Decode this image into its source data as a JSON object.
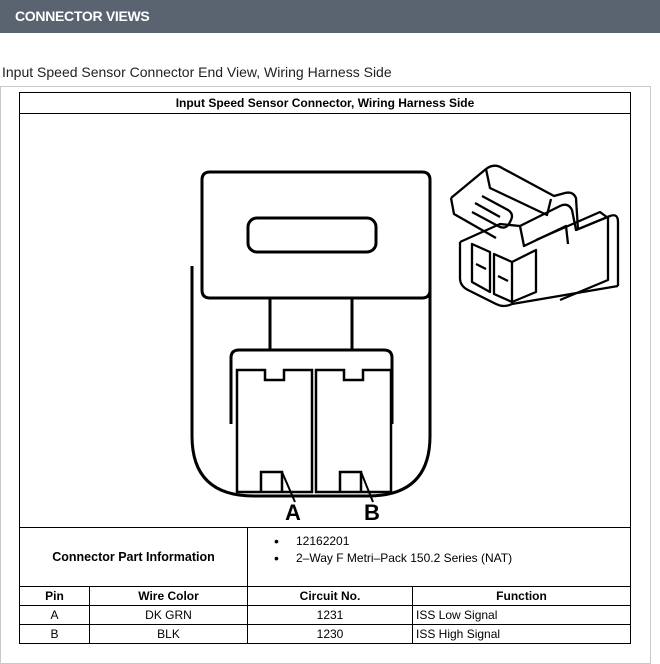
{
  "header": {
    "title": "CONNECTOR VIEWS"
  },
  "caption": "Input Speed Sensor Connector End View, Wiring Harness Side",
  "document": {
    "title": "Input Speed Sensor Connector, Wiring Harness Side",
    "pin_labels": [
      "A",
      "B"
    ],
    "part_info_label": "Connector Part Information",
    "part_info_items": [
      "12162201",
      "2–Way F Metri–Pack 150.2 Series (NAT)"
    ],
    "columns": [
      "Pin",
      "Wire Color",
      "Circuit No.",
      "Function"
    ],
    "rows": [
      {
        "pin": "A",
        "wire_color": "DK GRN",
        "circuit": "1231",
        "function": "ISS Low Signal"
      },
      {
        "pin": "B",
        "wire_color": "BLK",
        "circuit": "1230",
        "function": "ISS High Signal"
      }
    ]
  }
}
